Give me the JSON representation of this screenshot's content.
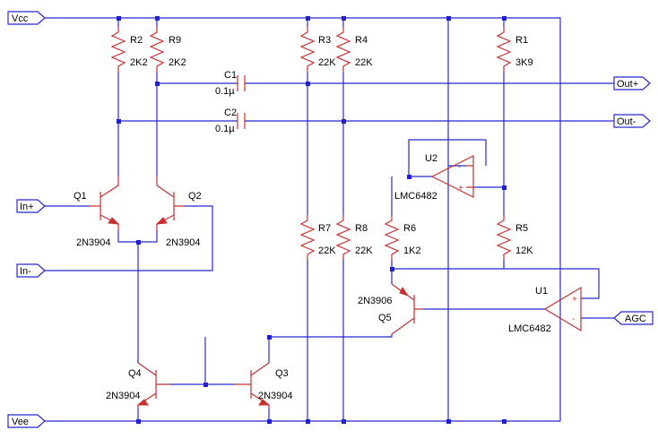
{
  "ports": {
    "vcc": "Vcc",
    "vee": "Vee",
    "in_plus": "In+",
    "in_minus": "In-",
    "out_plus": "Out+",
    "out_minus": "Out-",
    "agc": "AGC"
  },
  "resistors": {
    "r2": {
      "ref": "R2",
      "value": "2K2"
    },
    "r9": {
      "ref": "R9",
      "value": "2K2"
    },
    "r3": {
      "ref": "R3",
      "value": "22K"
    },
    "r4": {
      "ref": "R4",
      "value": "22K"
    },
    "r1": {
      "ref": "R1",
      "value": "3K9"
    },
    "r7": {
      "ref": "R7",
      "value": "22K"
    },
    "r8": {
      "ref": "R8",
      "value": "22K"
    },
    "r6": {
      "ref": "R6",
      "value": "1K2"
    },
    "r5": {
      "ref": "R5",
      "value": "12K"
    }
  },
  "capacitors": {
    "c1": {
      "ref": "C1",
      "value": "0.1µ"
    },
    "c2": {
      "ref": "C2",
      "value": "0.1µ"
    }
  },
  "transistors": {
    "q1": {
      "ref": "Q1",
      "part": "2N3904"
    },
    "q2": {
      "ref": "Q2",
      "part": "2N3904"
    },
    "q3": {
      "ref": "Q3",
      "part": "2N3904"
    },
    "q4": {
      "ref": "Q4",
      "part": "2N3904"
    },
    "q5": {
      "ref": "Q5",
      "part": "2N3906"
    }
  },
  "opamps": {
    "u1": {
      "ref": "U1",
      "part": "LMC6482"
    },
    "u2": {
      "ref": "U2",
      "part": "LMC6482"
    }
  },
  "pins": {
    "plus": "+",
    "minus": "-"
  },
  "colors": {
    "wire": "#2828d0",
    "component": "#c83030",
    "junction": "#2020d0"
  }
}
